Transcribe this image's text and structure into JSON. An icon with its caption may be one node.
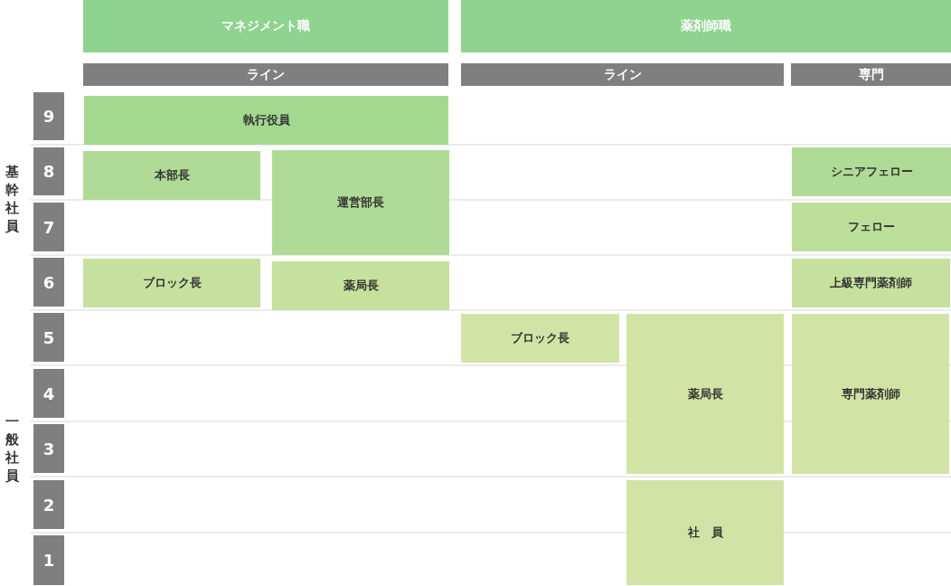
{
  "diagram": {
    "nodes": [
      {
        "text": [
          "マネジメント職"
        ]
      },
      {
        "text": [
          "薬剤師職"
        ]
      },
      {
        "text": [
          "ライン"
        ]
      },
      {
        "text": [
          "ライン"
        ]
      },
      {
        "text": [
          "専門"
        ]
      },
      {
        "text": [
          "9"
        ]
      },
      {
        "text": [
          "執行役員"
        ]
      },
      {
        "text": [
          "8"
        ]
      },
      {
        "text": [
          "本部長"
        ]
      },
      {
        "text": [
          "運営部長"
        ]
      },
      {
        "text": [
          "シニアフェロー"
        ]
      },
      {
        "text": [
          "7"
        ]
      },
      {
        "text": [
          "フェロー"
        ]
      },
      {
        "text": [
          "6"
        ]
      },
      {
        "text": [
          "ブロック長"
        ]
      },
      {
        "text": [
          "薬局長"
        ]
      },
      {
        "text": [
          "上級専門薬剤師"
        ]
      },
      {
        "text": [
          "5"
        ]
      },
      {
        "text": [
          "ブロック長"
        ]
      },
      {
        "text": [
          "薬局長"
        ]
      },
      {
        "text": [
          "専門薬剤師"
        ]
      },
      {
        "text": [
          "4"
        ]
      },
      {
        "text": [
          "3"
        ]
      },
      {
        "text": [
          "2"
        ]
      },
      {
        "text": [
          "社　員"
        ]
      },
      {
        "text": [
          "1"
        ]
      }
    ],
    "labels": [
      "基幹社員",
      "一般社員"
    ]
  }
}
